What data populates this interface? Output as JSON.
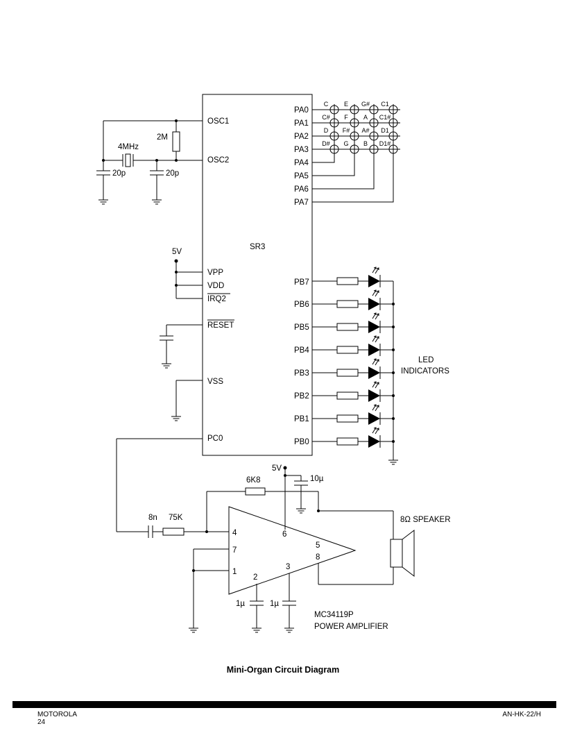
{
  "diagram": {
    "chip_name": "SR3",
    "chip_pins_left": {
      "osc1": "OSC1",
      "osc2": "OSC2",
      "vpp": "VPP",
      "vdd": "VDD",
      "irq2": "IRQ2",
      "reset": "RESET",
      "vss": "VSS",
      "pc0": "PC0"
    },
    "chip_pins_right_a": [
      "PA0",
      "PA1",
      "PA2",
      "PA3",
      "PA4",
      "PA5",
      "PA6",
      "PA7"
    ],
    "chip_pins_right_b": [
      "PB7",
      "PB6",
      "PB5",
      "PB4",
      "PB3",
      "PB2",
      "PB1",
      "PB0"
    ],
    "keyboard_notes": [
      [
        "C",
        "E",
        "G#",
        "C1"
      ],
      [
        "C#",
        "F",
        "A",
        "C1#"
      ],
      [
        "D",
        "F#",
        "A#",
        "D1"
      ],
      [
        "D#",
        "G",
        "B",
        "D1#"
      ]
    ],
    "oscillator": {
      "crystal": "4MHz",
      "resistor": "2M",
      "cap1": "20p",
      "cap2": "20p"
    },
    "supply": {
      "chip": "5V",
      "amp": "5V"
    },
    "led_label": [
      "LED",
      "INDICATORS"
    ],
    "amplifier": {
      "cap_in": "8n",
      "r_in": "75K",
      "r_fb": "6K8",
      "cap_supply": "10µ",
      "cap2": "1µ",
      "cap3": "1µ",
      "pins": {
        "p1": "1",
        "p2": "2",
        "p3": "3",
        "p4": "4",
        "p5": "5",
        "p6": "6",
        "p7": "7",
        "p8": "8"
      },
      "speaker": "8Ω SPEAKER",
      "part": "MC34119P",
      "description": "POWER AMPLIFIER"
    }
  },
  "caption": "Mini-Organ Circuit Diagram",
  "footer": {
    "company": "MOTOROLA",
    "page": "24",
    "doc_id": "AN-HK-22/H"
  }
}
